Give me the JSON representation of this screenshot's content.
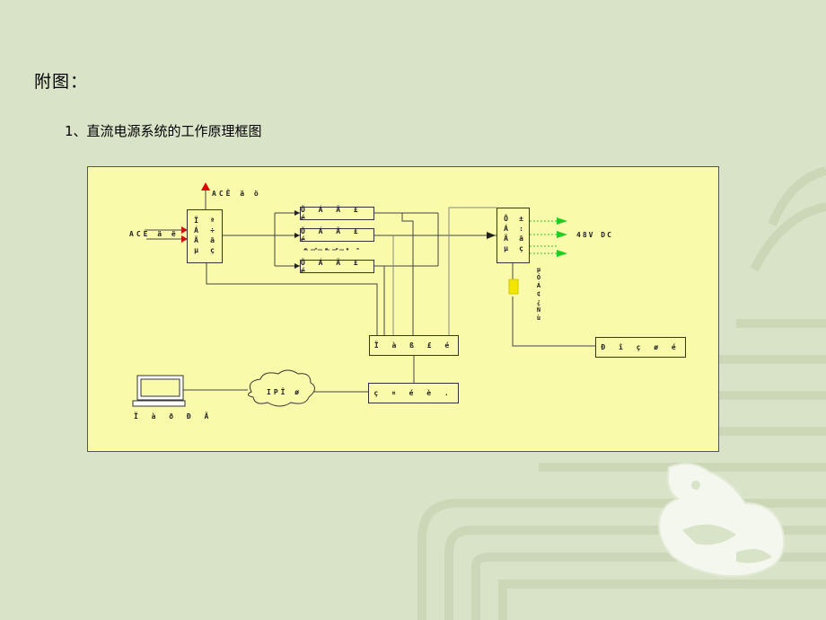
{
  "page": {
    "title": "附图：",
    "subtitle": "1、直流电源系统的工作原理框图"
  },
  "diagram": {
    "ac_input_label": "ACÊ ä ë",
    "ac_output_label": "ACÊ ä ö",
    "ac_switch_label_left": "Ï Á Ä µ",
    "ac_switch_label_right": "ª ÷ ã ç",
    "rectifier_labels": [
      "Õ Á Ä £ é",
      "Õ Á Ä £ é",
      "Õ Á Ä £ é"
    ],
    "rectifier_dash": "- - - - - -",
    "dc_dist_label_left": "Õ Á Ä µ",
    "dc_dist_label_right": "± : ã ç",
    "dc_output_label": "48V DC",
    "fuse_label": "µ Ó Á ¢ ¿ Ñ ù",
    "battery_label": "Ð î ç ø é",
    "monitor_label": "Ï à ß £ é",
    "interface_label": "ç ¤ é è .",
    "network_label": "IPÎ ø",
    "computer_label": "Ï à ð Ð Ä",
    "colors": {
      "panel": "#fafaab",
      "arrow_ac_out": "#e00000",
      "arrow_dc_out": "#22cc22",
      "fuse": "#f2e600"
    },
    "icons": [
      "computer-icon",
      "cloud-icon"
    ]
  }
}
